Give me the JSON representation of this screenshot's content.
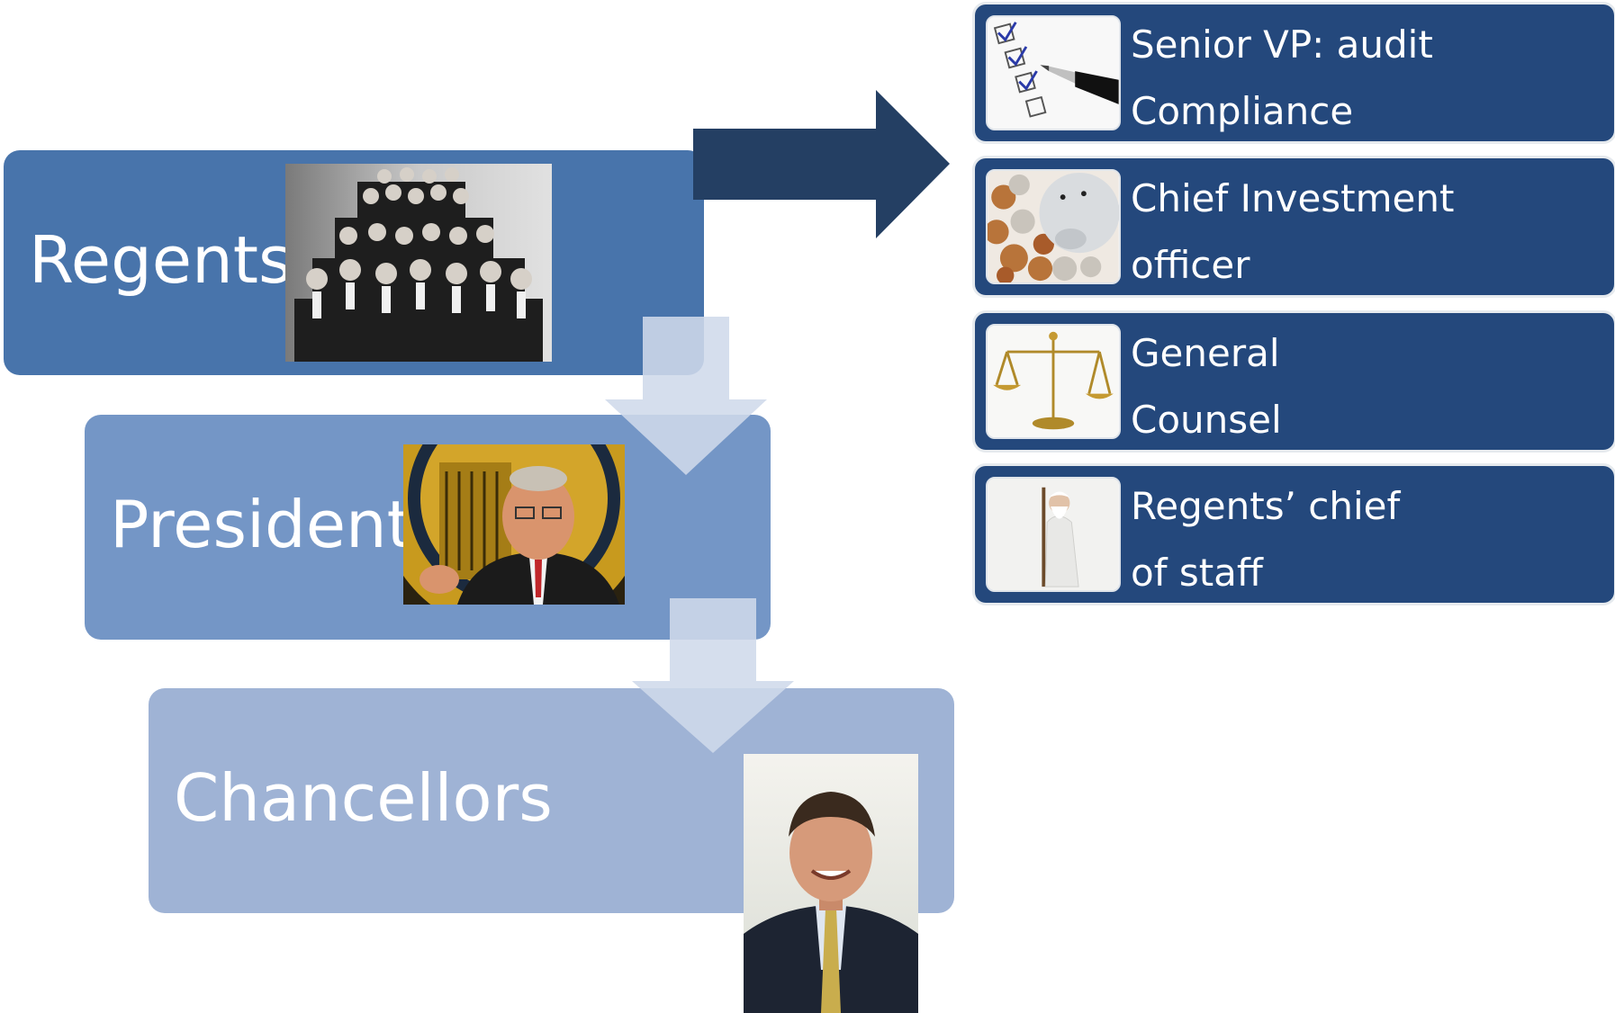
{
  "hierarchy": {
    "tiers": [
      {
        "label": "Regents"
      },
      {
        "label": "President"
      },
      {
        "label": "Chancellors"
      }
    ]
  },
  "side_panel": {
    "items": [
      {
        "line1": "Senior VP: audit",
        "line2": "Compliance",
        "icon": "checklist-pen-icon"
      },
      {
        "line1": "Chief Investment",
        "line2": "officer",
        "icon": "piggy-bank-coins-icon"
      },
      {
        "line1": "General",
        "line2": "Counsel",
        "icon": "scales-of-justice-icon"
      },
      {
        "line1": "Regents’ chief",
        "line2": "of staff",
        "icon": "wise-man-staff-icon"
      }
    ]
  },
  "colors": {
    "regents": "#4874ab",
    "president": "#7496c6",
    "chancellors": "#9fb3d5",
    "side_card": "#24487c",
    "big_arrow": "#243f63"
  }
}
